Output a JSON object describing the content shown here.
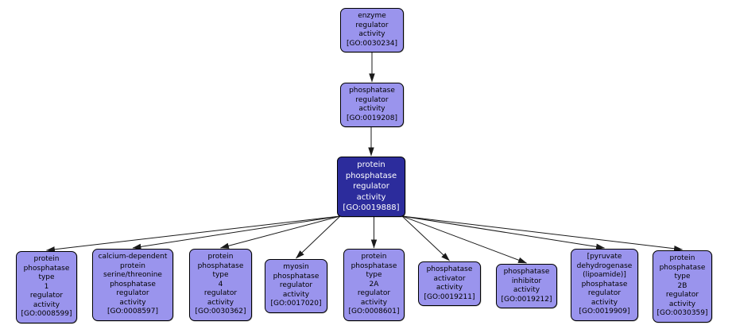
{
  "graph": {
    "title": "GO term ancestor/descendant graph",
    "colors": {
      "background": "#ffffff",
      "node_fill": "#9a94ed",
      "node_border": "#000000",
      "selected_fill": "#2c2c9c",
      "selected_text": "#ffffff",
      "edge": "#1a1a1a"
    },
    "nodes": [
      {
        "go_id": "GO:0030234",
        "selected": false,
        "label": "enzyme\nregulator\nactivity\n[GO:0030234]"
      },
      {
        "go_id": "GO:0019208",
        "selected": false,
        "label": "phosphatase\nregulator\nactivity\n[GO:0019208]"
      },
      {
        "go_id": "GO:0019888",
        "selected": true,
        "label": "protein\nphosphatase\nregulator\nactivity\n[GO:0019888]"
      },
      {
        "go_id": "GO:0008599",
        "selected": false,
        "label": "protein\nphosphatase\ntype\n1\nregulator\nactivity\n[GO:0008599]"
      },
      {
        "go_id": "GO:0008597",
        "selected": false,
        "label": "calcium-dependent\nprotein\nserine/threonine\nphosphatase\nregulator\nactivity\n[GO:0008597]"
      },
      {
        "go_id": "GO:0030362",
        "selected": false,
        "label": "protein\nphosphatase\ntype\n4\nregulator\nactivity\n[GO:0030362]"
      },
      {
        "go_id": "GO:0017020",
        "selected": false,
        "label": "myosin\nphosphatase\nregulator\nactivity\n[GO:0017020]"
      },
      {
        "go_id": "GO:0008601",
        "selected": false,
        "label": "protein\nphosphatase\ntype\n2A\nregulator\nactivity\n[GO:0008601]"
      },
      {
        "go_id": "GO:0019211",
        "selected": false,
        "label": "phosphatase\nactivator\nactivity\n[GO:0019211]"
      },
      {
        "go_id": "GO:0019212",
        "selected": false,
        "label": "phosphatase\ninhibitor\nactivity\n[GO:0019212]"
      },
      {
        "go_id": "GO:0019909",
        "selected": false,
        "label": "[pyruvate\ndehydrogenase\n(lipoamide)]\nphosphatase\nregulator\nactivity\n[GO:0019909]"
      },
      {
        "go_id": "GO:0030359",
        "selected": false,
        "label": "protein\nphosphatase\ntype\n2B\nregulator\nactivity\n[GO:0030359]"
      }
    ],
    "edges": [
      {
        "from": "GO:0030234",
        "to": "GO:0019208"
      },
      {
        "from": "GO:0019208",
        "to": "GO:0019888"
      },
      {
        "from": "GO:0019888",
        "to": "GO:0008599"
      },
      {
        "from": "GO:0019888",
        "to": "GO:0008597"
      },
      {
        "from": "GO:0019888",
        "to": "GO:0030362"
      },
      {
        "from": "GO:0019888",
        "to": "GO:0017020"
      },
      {
        "from": "GO:0019888",
        "to": "GO:0008601"
      },
      {
        "from": "GO:0019888",
        "to": "GO:0019211"
      },
      {
        "from": "GO:0019888",
        "to": "GO:0019212"
      },
      {
        "from": "GO:0019888",
        "to": "GO:0019909"
      },
      {
        "from": "GO:0019888",
        "to": "GO:0030359"
      }
    ]
  }
}
